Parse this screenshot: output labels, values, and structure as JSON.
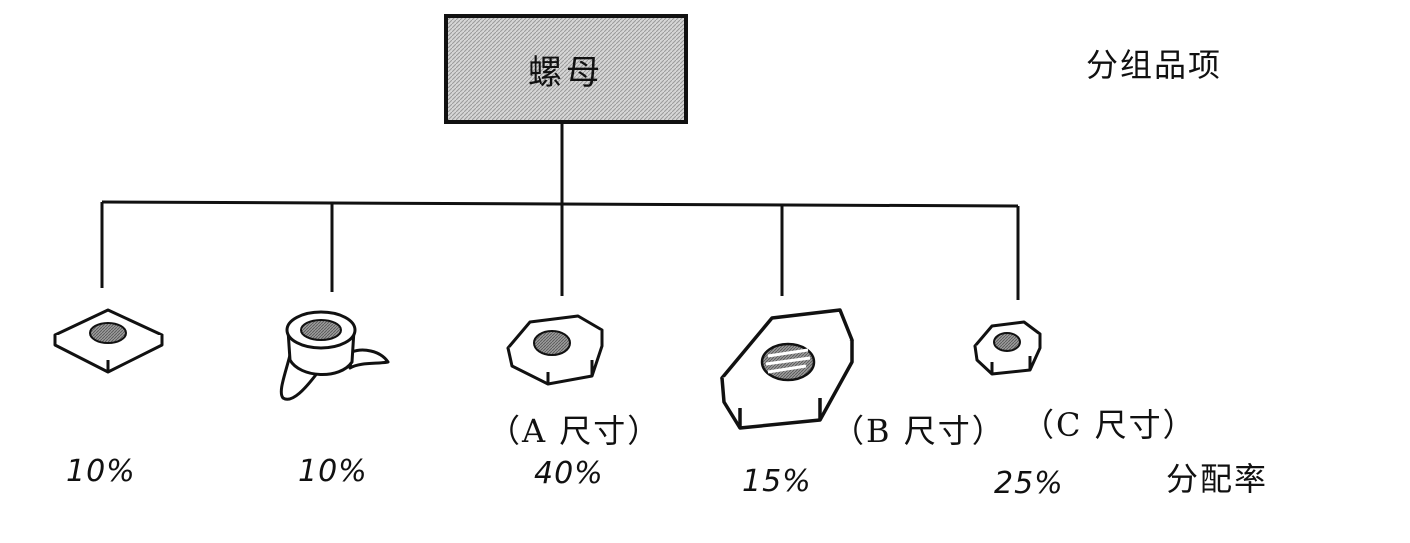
{
  "root": {
    "label": "螺母"
  },
  "legend": {
    "group_label": "分组品项",
    "rate_label": "分配率"
  },
  "items": [
    {
      "kind": "square-nut",
      "size_label": "",
      "rate": "10%"
    },
    {
      "kind": "wing-nut",
      "size_label": "",
      "rate": "10%"
    },
    {
      "kind": "hex-nut",
      "size_label": "（A 尺寸）",
      "rate": "40%"
    },
    {
      "kind": "hex-nut",
      "size_label": "（B 尺寸）",
      "rate": "15%"
    },
    {
      "kind": "hex-nut",
      "size_label": "（C 尺寸）",
      "rate": "25%"
    }
  ],
  "colors": {
    "line": "#111111",
    "box_fill": "#c8c8c8",
    "nut_hole": "#8a8a8a"
  }
}
